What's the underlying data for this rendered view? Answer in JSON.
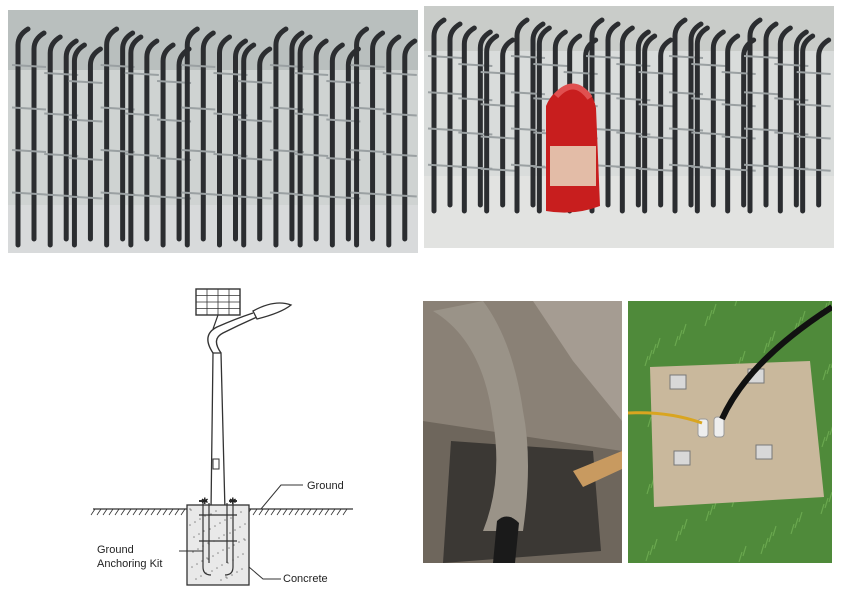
{
  "diagram": {
    "labels": {
      "ground": "Ground",
      "anchoring_line1": "Ground",
      "anchoring_line2": "Anchoring Kit",
      "concrete": "Concrete"
    }
  },
  "colors": {
    "rebar": "#2b2d30",
    "concrete": "#9c968c",
    "grass": "#4f8a3a",
    "package_red": "#c81e1e"
  }
}
